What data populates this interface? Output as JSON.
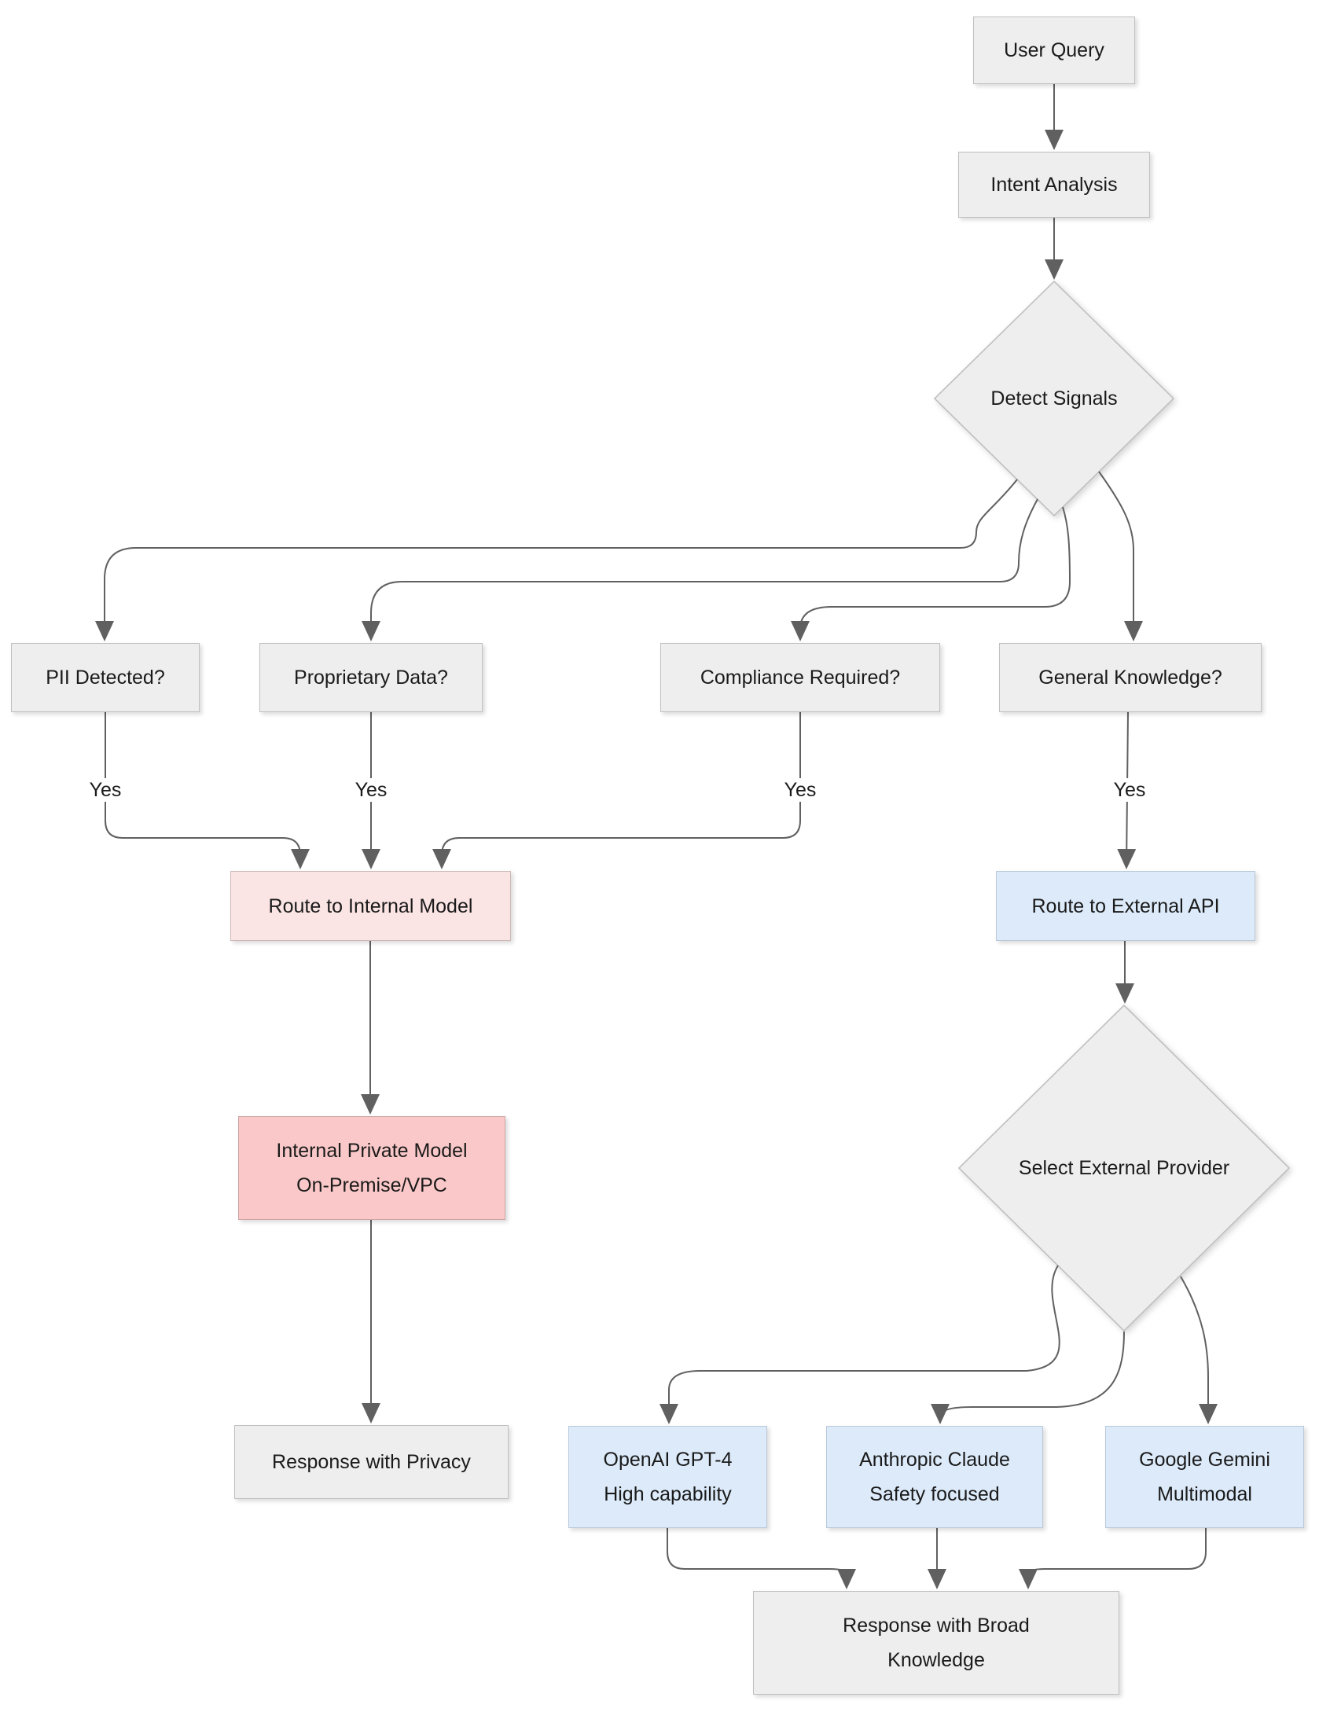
{
  "diagram": {
    "nodes": {
      "user_query": {
        "label": "User Query"
      },
      "intent_analysis": {
        "label": "Intent Analysis"
      },
      "detect_signals": {
        "label": "Detect Signals"
      },
      "pii": {
        "label": "PII Detected?"
      },
      "proprietary": {
        "label": "Proprietary Data?"
      },
      "compliance": {
        "label": "Compliance Required?"
      },
      "general": {
        "label": "General Knowledge?"
      },
      "route_internal": {
        "label": "Route to Internal Model"
      },
      "route_external": {
        "label": "Route to External API"
      },
      "internal_model": {
        "line1": "Internal Private Model",
        "line2": "On-Premise/VPC"
      },
      "select_provider": {
        "label": "Select External Provider"
      },
      "response_privacy": {
        "label": "Response with Privacy"
      },
      "openai": {
        "line1": "OpenAI GPT-4",
        "line2": "High capability"
      },
      "anthropic": {
        "line1": "Anthropic Claude",
        "line2": "Safety focused"
      },
      "google": {
        "line1": "Google Gemini",
        "line2": "Multimodal"
      },
      "response_broad": {
        "line1": "Response with Broad",
        "line2": "Knowledge"
      }
    },
    "edge_labels": {
      "pii_yes": "Yes",
      "proprietary_yes": "Yes",
      "compliance_yes": "Yes",
      "general_yes": "Yes"
    },
    "colors": {
      "background": "#ffffff",
      "text_color": "#1a1a1a",
      "edge_color": "#606060",
      "node_gray_fill": "#eeeeee",
      "node_gray_border": "#c0c0c0",
      "pink_light_fill": "#fbe4e4",
      "pink_light_border": "#cdb8b8",
      "pink_fill": "#fac8c8",
      "pink_border": "#c9a4a4",
      "blue_fill": "#dceafa",
      "blue_border": "#bac9da"
    }
  }
}
